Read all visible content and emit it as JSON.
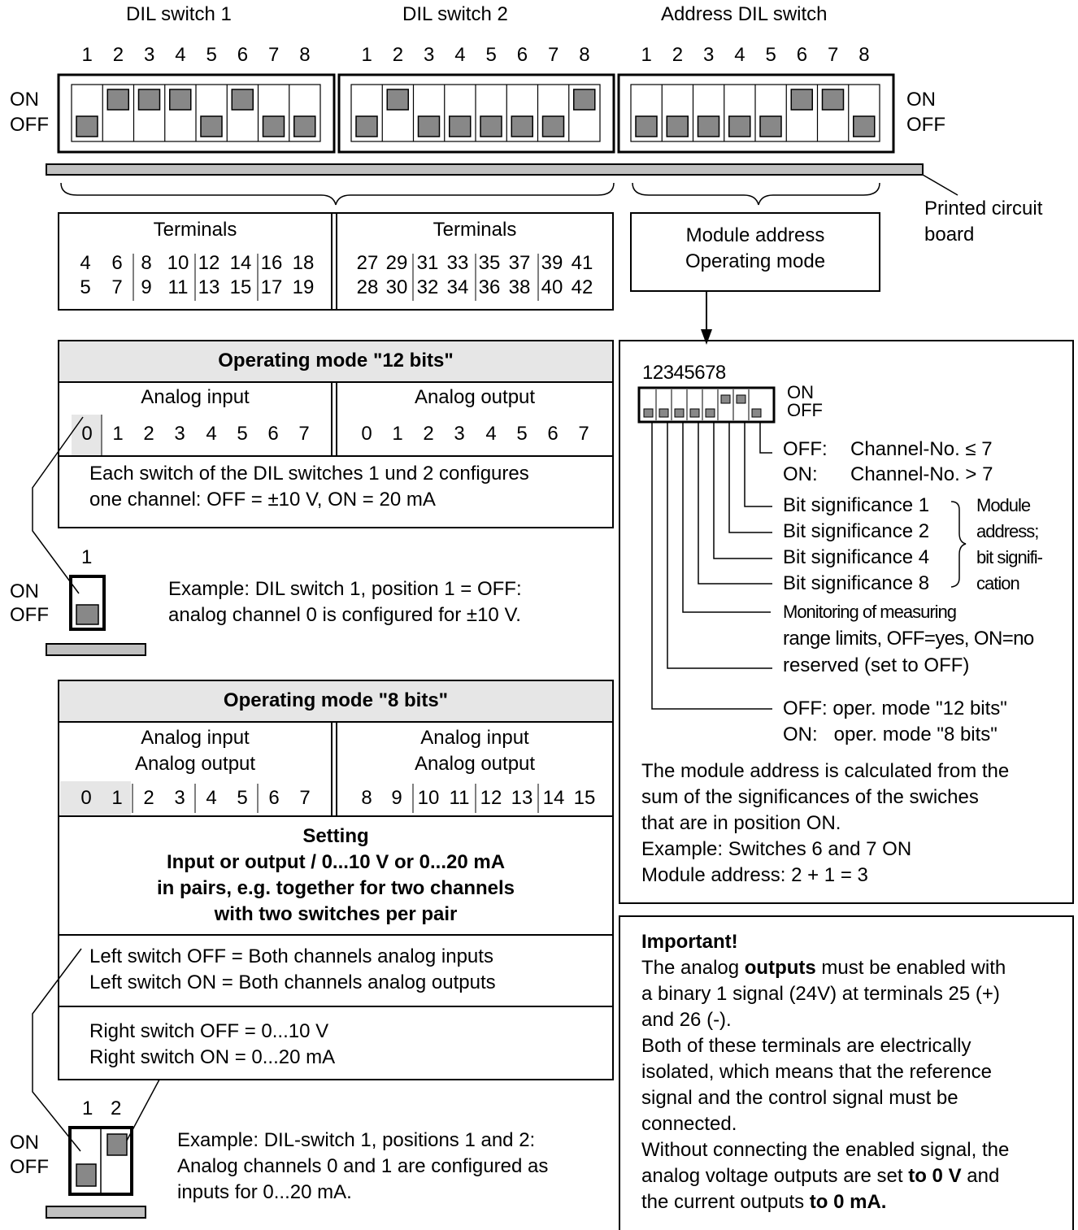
{
  "switches": {
    "dil1": {
      "title": "DIL switch 1",
      "positions": [
        "1",
        "2",
        "3",
        "4",
        "5",
        "6",
        "7",
        "8"
      ],
      "states": [
        "OFF",
        "ON",
        "ON",
        "ON",
        "OFF",
        "ON",
        "OFF",
        "OFF"
      ]
    },
    "dil2": {
      "title": "DIL switch 2",
      "positions": [
        "1",
        "2",
        "3",
        "4",
        "5",
        "6",
        "7",
        "8"
      ],
      "states": [
        "OFF",
        "ON",
        "OFF",
        "OFF",
        "OFF",
        "OFF",
        "OFF",
        "ON"
      ]
    },
    "addr": {
      "title": "Address DIL switch",
      "positions": [
        "1",
        "2",
        "3",
        "4",
        "5",
        "6",
        "7",
        "8"
      ],
      "states": [
        "OFF",
        "OFF",
        "OFF",
        "OFF",
        "OFF",
        "ON",
        "ON",
        "OFF"
      ]
    },
    "on_label": "ON",
    "off_label": "OFF",
    "pcb_label_1": "Printed circuit",
    "pcb_label_2": "board"
  },
  "terminals": {
    "left": {
      "title": "Terminals",
      "top": [
        "4",
        "6",
        "8",
        "10",
        "12",
        "14",
        "16",
        "18"
      ],
      "bottom": [
        "5",
        "7",
        "9",
        "11",
        "13",
        "15",
        "17",
        "19"
      ]
    },
    "right": {
      "title": "Terminals",
      "top": [
        "27",
        "29",
        "31",
        "33",
        "35",
        "37",
        "39",
        "41"
      ],
      "bottom": [
        "28",
        "30",
        "32",
        "34",
        "36",
        "38",
        "40",
        "42"
      ]
    },
    "module_1": "Module address",
    "module_2": "Operating mode"
  },
  "mode12": {
    "header": "Operating mode \"12 bits\"",
    "input_label": "Analog input",
    "output_label": "Analog output",
    "channels_in": [
      "0",
      "1",
      "2",
      "3",
      "4",
      "5",
      "6",
      "7"
    ],
    "channels_out": [
      "0",
      "1",
      "2",
      "3",
      "4",
      "5",
      "6",
      "7"
    ],
    "desc_1": "Each switch of the DIL switches 1 und 2 configures",
    "desc_2": "one channel: OFF = ±10 V, ON = 20 mA"
  },
  "example1": {
    "pos": "1",
    "on": "ON",
    "off": "OFF",
    "text_1": "Example: DIL switch 1, position 1 = OFF:",
    "text_2": "analog channel 0 is configured for ±10 V."
  },
  "mode8": {
    "header": "Operating mode \"8 bits\"",
    "left_1": "Analog input",
    "left_2": "Analog output",
    "right_1": "Analog input",
    "right_2": "Analog output",
    "channels_left": [
      "0",
      "1",
      "2",
      "3",
      "4",
      "5",
      "6",
      "7"
    ],
    "channels_right": [
      "8",
      "9",
      "10",
      "11",
      "12",
      "13",
      "14",
      "15"
    ],
    "setting_1": "Setting",
    "setting_2": "Input or output / 0...10 V or 0...20 mA",
    "setting_3": "in pairs, e.g. together for two channels",
    "setting_4": "with two switches per pair",
    "left_switch_1": "Left switch OFF = Both channels analog inputs",
    "left_switch_2": "Left switch ON = Both channels analog outputs",
    "right_switch_1": "Right switch OFF = 0...10 V",
    "right_switch_2": "Right switch ON = 0...20 mA"
  },
  "example2": {
    "pos_1": "1",
    "pos_2": "2",
    "on": "ON",
    "off": "OFF",
    "text_1": "Example: DIL-switch 1, positions 1 and 2:",
    "text_2": "Analog channels 0 and 1 are configured as",
    "text_3": "inputs for 0...20 mA."
  },
  "address_panel": {
    "digits": "12345678",
    "states": [
      "OFF",
      "OFF",
      "OFF",
      "OFF",
      "OFF",
      "ON",
      "ON",
      "OFF"
    ],
    "on": "ON",
    "off": "OFF",
    "ch_off_label": "OFF:",
    "ch_off_value": "Channel-No. ≤ 7",
    "ch_on_label": "ON:",
    "ch_on_value": "Channel-No. > 7",
    "bit1": "Bit significance 1",
    "bit2": "Bit significance 2",
    "bit4": "Bit significance 4",
    "bit8": "Bit significance 8",
    "module_1": "Module",
    "module_2": "address;",
    "module_3": "bit signifi-",
    "module_4": "cation",
    "monitor_1": "Monitoring of measuring",
    "monitor_2": "range limits, OFF=yes, ON=no",
    "reserved": "reserved (set to OFF)",
    "mode_off": "OFF: oper. mode \"12 bits\"",
    "mode_on": "ON:   oper. mode \"8 bits\"",
    "calc_1": "The module address is calculated from the",
    "calc_2": "sum of the significances of the swiches",
    "calc_3": "that are in position ON.",
    "calc_4": "Example: Switches 6 and 7 ON",
    "calc_5": "Module address: 2 + 1 = 3"
  },
  "important": {
    "title": "Important!",
    "l1_a": "The analog ",
    "l1_b": "outputs",
    "l1_c": " must be enabled with",
    "l2": "a binary 1 signal (24V) at terminals 25 (+)",
    "l3": "and 26 (-).",
    "l4": "Both of these terminals are electrically",
    "l5": "isolated, which means that the reference",
    "l6": "signal and the control signal must be",
    "l7": "connected.",
    "l8": "Without connecting the enabled signal, the",
    "l9_a": "analog voltage outputs are set ",
    "l9_b": "to 0 V",
    "l9_c": " and",
    "l10_a": "the current outputs ",
    "l10_b": "to 0 mA."
  }
}
